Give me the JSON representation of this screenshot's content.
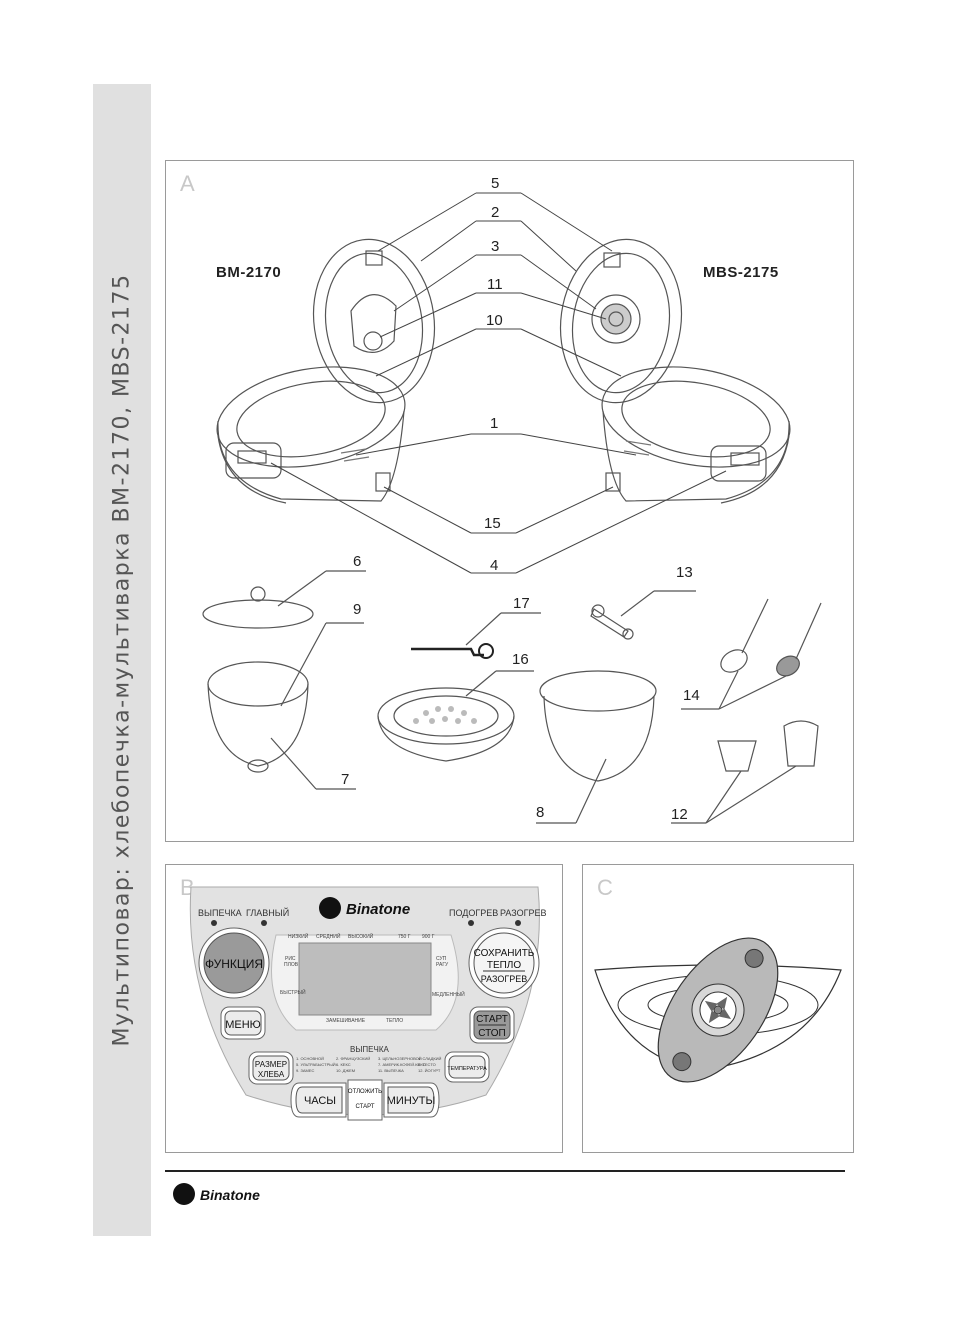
{
  "side_title": "Мультиповар: хлебопечка-мультиварка BM-2170, MBS-2175",
  "panel_a": {
    "letter": "A",
    "model_left": "BM-2170",
    "model_right": "MBS-2175",
    "callouts": [
      "5",
      "2",
      "3",
      "11",
      "10",
      "1",
      "15",
      "4",
      "6",
      "9",
      "17",
      "13",
      "16",
      "14",
      "7",
      "8",
      "12"
    ]
  },
  "panel_b": {
    "letter": "B",
    "brand": "Binatone",
    "indicators": {
      "bake": "ВЫПЕЧКА",
      "main": "ГЛАВНЫЙ",
      "heating": "ПОДОГРЕВ",
      "reheat": "РАЗОГРЕВ"
    },
    "display_top": [
      "НИЗКИЙ",
      "СРЕДНИЙ",
      "ВЫСОКИЙ",
      "750 Г",
      "900 Г"
    ],
    "display_left": [
      "РИС",
      "ПЛОВ",
      "БЫСТРЫЙ"
    ],
    "display_right": [
      "СУП",
      "РАГУ",
      "МЕДЛЕННЫЙ"
    ],
    "display_bottom": [
      "ЗАМЕШИВАНИЕ",
      "ТЕПЛО"
    ],
    "bake_label": "ВЫПЕЧКА",
    "programs": [
      [
        "1. ОСНОВНОЙ",
        "2. ФРАНЦУЗСКИЙ",
        "3. ЦЕЛЬНОЗЕРНОВОЙ",
        "4. СЛАДКИЙ"
      ],
      [
        "5. УЛЬТРАБЫСТРЫЙ",
        "6. КЕКС",
        "7. АМЕРИК.КОФЕЙ.КЕКС",
        "8. ТЕСТО"
      ],
      [
        "9. ЗАМЕС",
        "10. ДЖЕМ",
        "11. ВЫПЕЧКА",
        "12. ЙОГУРТ"
      ]
    ],
    "buttons": {
      "function": "ФУНКЦИЯ",
      "save_warm_1": "СОХРАНИТЬ",
      "save_warm_2": "ТЕПЛО",
      "save_warm_3": "РАЗОГРЕВ",
      "menu": "МЕНЮ",
      "start": "СТАРТ",
      "stop": "СТОП",
      "size_1": "РАЗМЕР",
      "size_2": "ХЛЕБА",
      "temp": "ТЕМПЕРАТУРА",
      "hours": "ЧАСЫ",
      "delay_1": "ОТЛОЖИТЬ",
      "delay_2": "СТАРТ",
      "minutes": "МИНУТЫ"
    },
    "colors": {
      "function_fill": "#9a9a9a",
      "panel_face": "#e2e2e2"
    }
  },
  "panel_c": {
    "letter": "C"
  },
  "footer": {
    "brand": "Binatone"
  }
}
